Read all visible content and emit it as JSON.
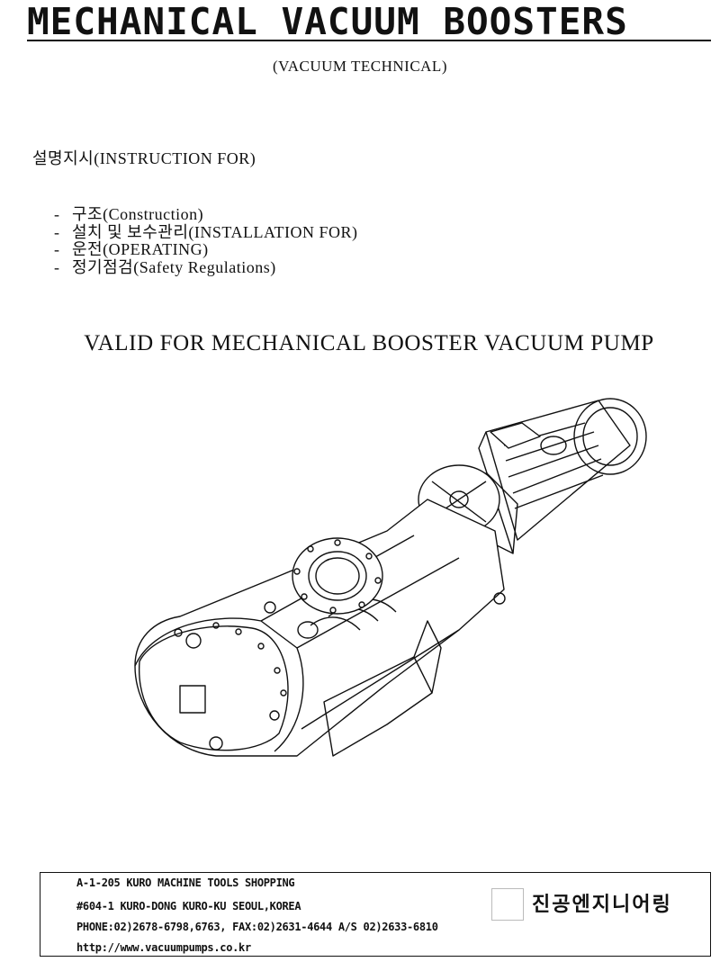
{
  "header": {
    "title": "MECHANICAL VACUUM BOOSTERS",
    "subtitle": "(VACUUM TECHNICAL)"
  },
  "instructions": {
    "heading": "설명지시(INSTRUCTION FOR)",
    "items": [
      {
        "dash": "-",
        "label": "구조(Construction)"
      },
      {
        "dash": "-",
        "label": "설치 및 보수관리(INSTALLATION FOR)"
      },
      {
        "dash": "-",
        "label": "운전(OPERATING)"
      },
      {
        "dash": "-",
        "label": "정기점검(Safety Regulations)"
      }
    ]
  },
  "valid_for": "VALID FOR MECHANICAL BOOSTER VACUUM PUMP",
  "illustration": {
    "icon": "vacuum-booster-pump-drawing"
  },
  "contact": {
    "address_line1": "A-1-205 KURO MACHINE TOOLS SHOPPING",
    "address_line2": "#604-1 KURO-DONG KURO-KU SEOUL,KOREA",
    "phone_line": "PHONE:02)2678-6798,6763, FAX:02)2631-4644 A/S 02)2633-6810",
    "website": "http://www.vacuumpumps.co.kr",
    "company_name": "진공엔지니어링"
  }
}
